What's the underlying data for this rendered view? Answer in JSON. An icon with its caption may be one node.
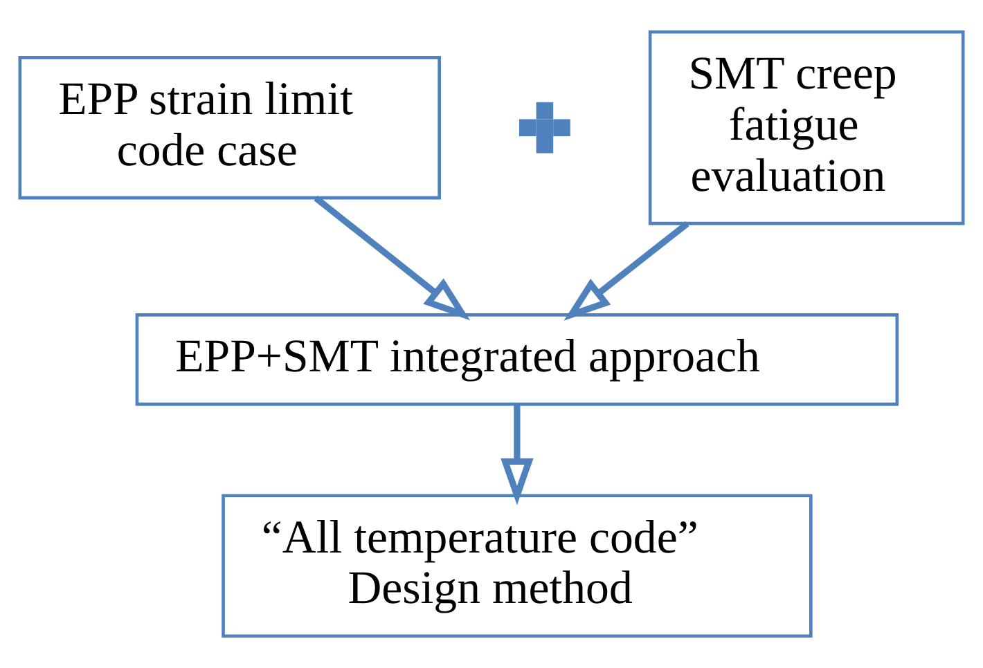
{
  "diagram": {
    "nodes": [
      {
        "text": [
          "EPP strain limit code case"
        ]
      },
      {
        "text": [],
        "shape": "cross"
      },
      {
        "text": [
          "SMT creep fatigue evaluation"
        ]
      },
      {
        "text": [
          "EPP+SMT integrated approach"
        ]
      },
      {
        "text": [
          "“All temperature code” Design method"
        ]
      }
    ],
    "edges": [
      {
        "from": 0,
        "to": 3,
        "arrow": "to"
      },
      {
        "from": 2,
        "to": 3,
        "arrow": "to"
      },
      {
        "from": 3,
        "to": 4,
        "arrow": "to"
      }
    ]
  }
}
